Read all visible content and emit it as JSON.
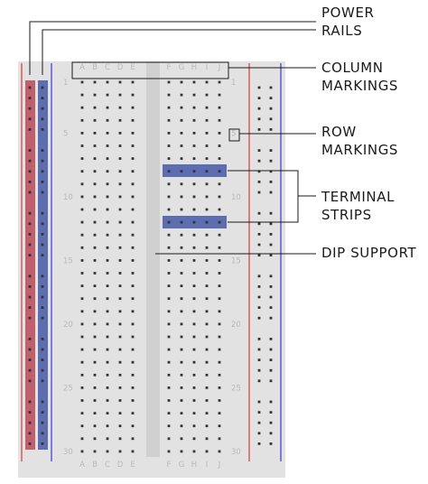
{
  "labels": {
    "power_rails": [
      "POWER",
      "RAILS"
    ],
    "column_markings": [
      "COLUMN",
      "MARKINGS"
    ],
    "row_markings": [
      "ROW",
      "MARKINGS"
    ],
    "terminal_strips": [
      "TERMINAL",
      "STRIPS"
    ],
    "dip_support": [
      "DIP SUPPORT"
    ]
  },
  "column_letters_left": [
    "A",
    "B",
    "C",
    "D",
    "E"
  ],
  "column_letters_right": [
    "F",
    "G",
    "H",
    "I",
    "J"
  ],
  "row_numbers": [
    "1",
    "5",
    "10",
    "15",
    "20",
    "25",
    "30"
  ],
  "rows": 30,
  "colors": {
    "board": "#e2e2e2",
    "dip_channel": "#d0d0d0",
    "hole": "#333333",
    "rail_red_line": "#d93a3a",
    "rail_blue_line": "#3a3ad0",
    "rail_red_fill": "#c0606c",
    "rail_blue_fill": "#5d6eb0",
    "strip_fill": "#5d6eb0",
    "label_text": "#1a1a1a",
    "marking_text": "#b9b9b9",
    "leader_line": "#1a1a1a"
  }
}
